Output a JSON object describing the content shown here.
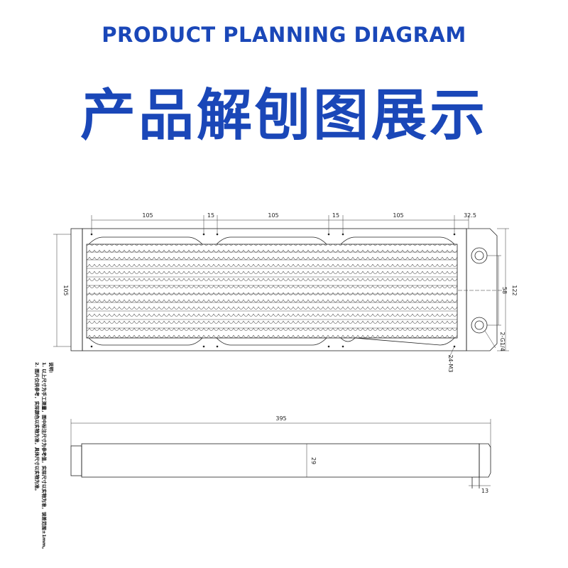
{
  "header": {
    "subtitle": "PRODUCT PLANNING DIAGRAM",
    "title": "产品解刨图展示"
  },
  "top_view": {
    "dim_widths": [
      "105",
      "15",
      "105",
      "15",
      "105",
      "32.5"
    ],
    "dim_height": "105",
    "dim_total_height": "122",
    "dim_port_spacing": "58",
    "port_thread": "2-G1/4",
    "mount_holes": "24-M3"
  },
  "notes": {
    "heading": "说明:",
    "line1": "1. 以上尺寸为手工测量，图中标注尺寸为参考值，实际尺寸以实物为准，误差范围±1mm。",
    "line2": "2. 图片仅供参考，实际颜色以实物为准，具体尺寸以实物为准。"
  },
  "side_view": {
    "dim_length": "395",
    "dim_thickness": "29",
    "dim_end": "13"
  }
}
